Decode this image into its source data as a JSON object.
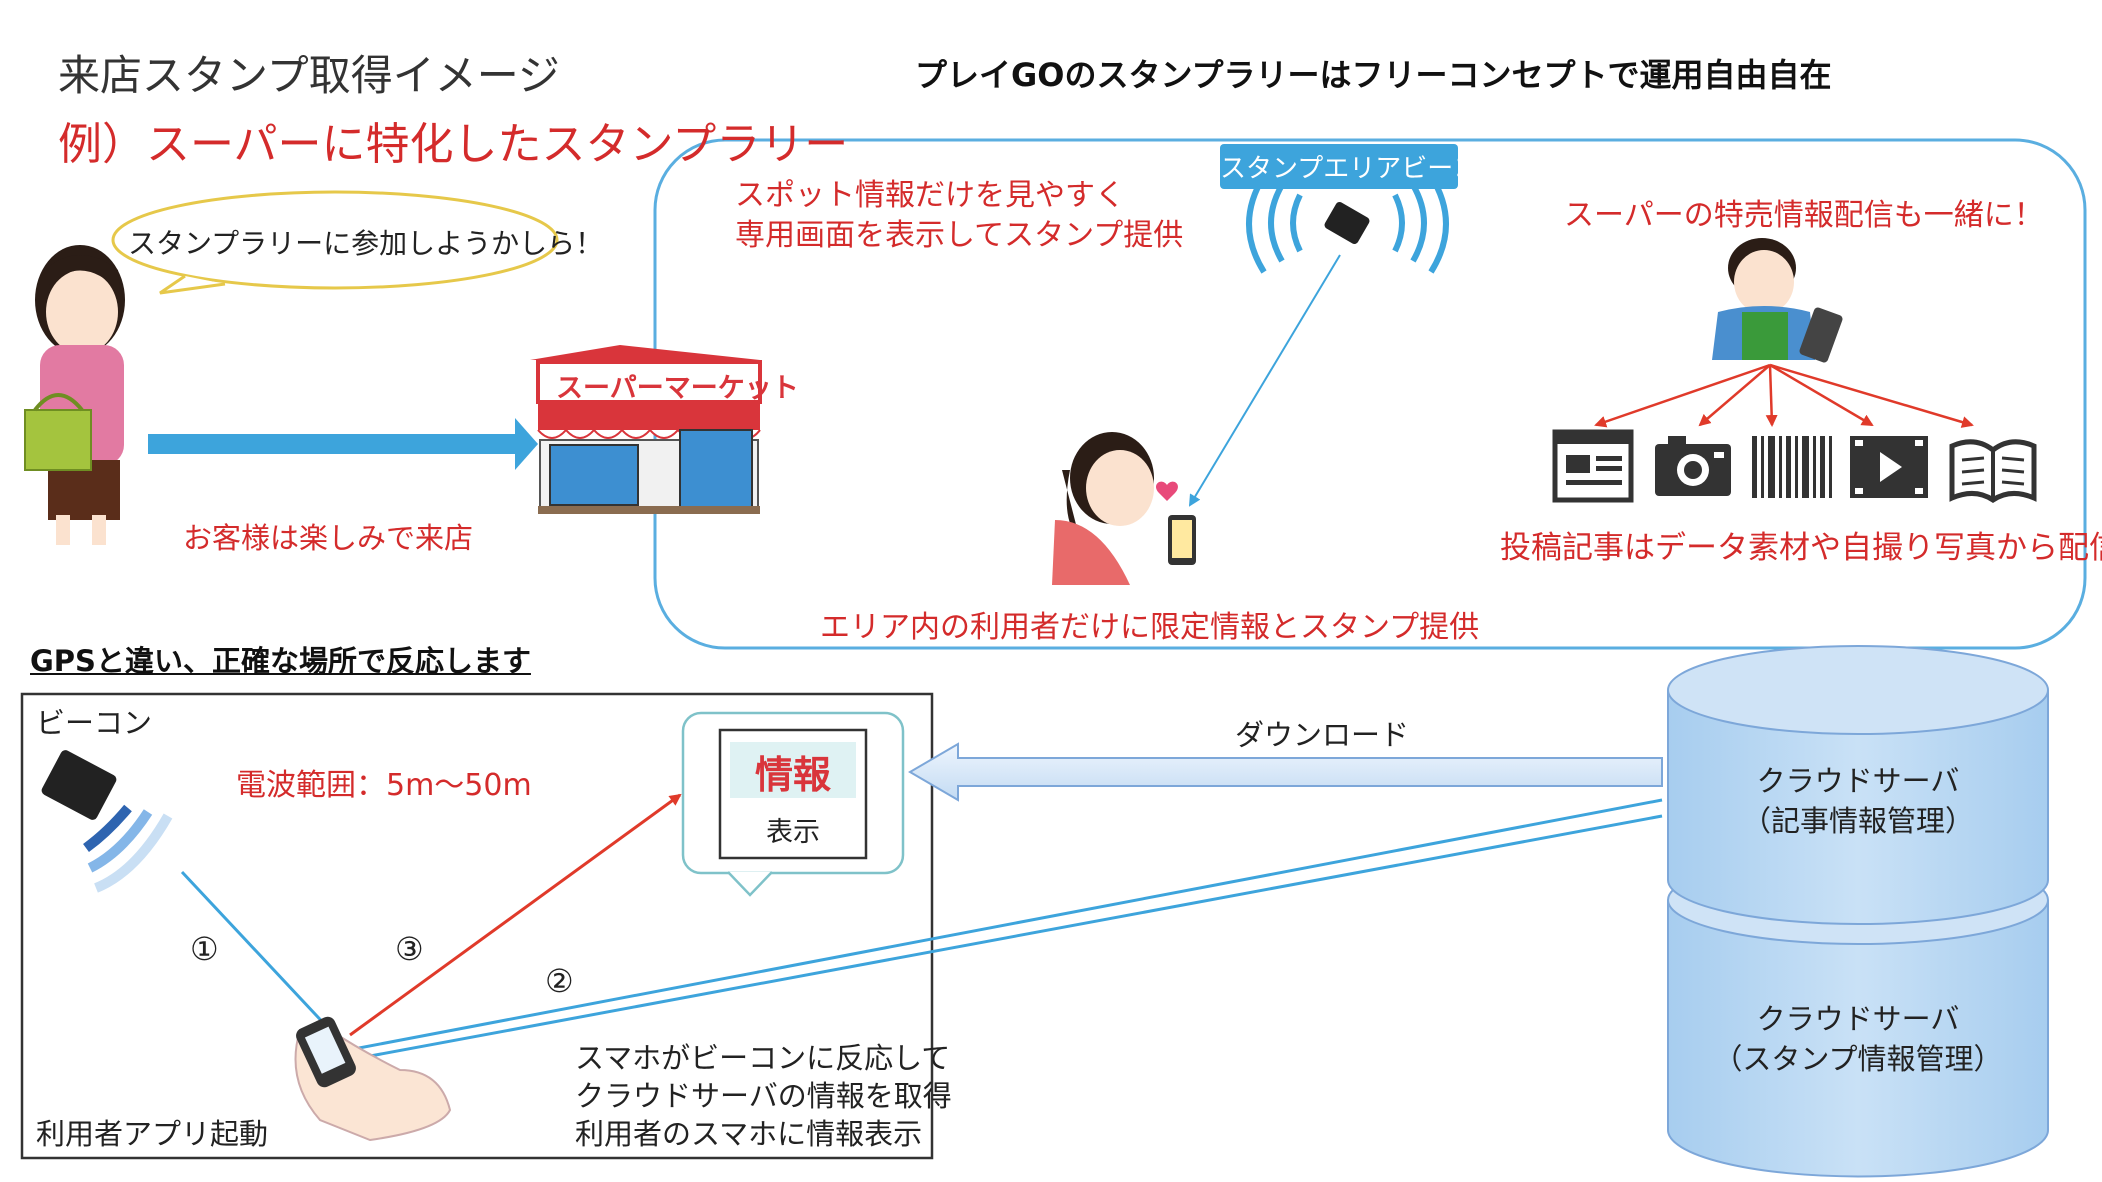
{
  "titles": {
    "main": "来店スタンプ取得イメージ",
    "example": "例）スーパーに特化したスタンプラリー",
    "concept": "プレイGOのスタンプラリーはフリーコンセプトで運用自由自在"
  },
  "customer": {
    "speech": "スタンプラリーに参加しようかしら！",
    "caption": "お客様は楽しみで来店"
  },
  "store": {
    "sign": "スーパーマーケット"
  },
  "panel": {
    "spot_line1": "スポット情報だけを見やすく",
    "spot_line2": "専用画面を表示してスタンプ提供",
    "beacon_badge": "スタンプエリアビーコン",
    "area_caption": "エリア内の利用者だけに限定情報とスタンプ提供",
    "super_info": "スーパーの特売情報配信も一緒に！",
    "post_caption": "投稿記事はデータ素材や自撮り写真から配信"
  },
  "gps": {
    "heading": "GPSと違い、正確な場所で反応します",
    "beacon_label": "ビーコン",
    "range": "電波範囲：5m〜50m",
    "info_title": "情報",
    "info_sub": "表示",
    "step1": "①",
    "step2": "②",
    "step3": "③",
    "desc_line1": "スマホがビーコンに反応して",
    "desc_line2": "クラウドサーバの情報を取得",
    "desc_line3": "利用者のスマホに情報表示",
    "app_label": "利用者アプリ起動"
  },
  "cloud": {
    "download": "ダウンロード",
    "top_line1": "クラウドサーバ",
    "top_line2": "（記事情報管理）",
    "bottom_line1": "クラウドサーバ",
    "bottom_line2": "（スタンプ情報管理）"
  },
  "colors": {
    "accent_red": "#d42b2b",
    "blue": "#3da4dc",
    "panel_border": "#5aaee0",
    "cylinder": "#b9d7f1"
  }
}
